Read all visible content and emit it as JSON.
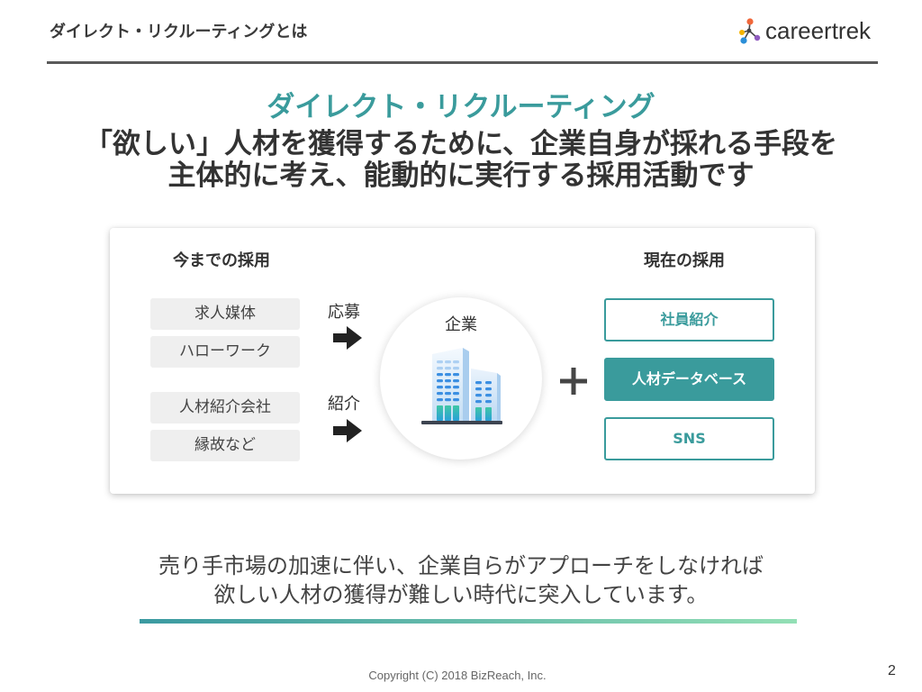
{
  "header": {
    "section_title": "ダイレクト・リクルーティングとは",
    "logo_text": "careertrek"
  },
  "headline": {
    "title": "ダイレクト・リクルーティング",
    "line1": "「欲しい」人材を獲得するために、企業自身が採れる手段を",
    "line2": "主体的に考え、能動的に実行する採用活動です"
  },
  "diagram": {
    "past_heading": "今までの採用",
    "present_heading": "現在の採用",
    "past_apply_channels": [
      "求人媒体",
      "ハローワーク"
    ],
    "past_referral_channels": [
      "人材紹介会社",
      "縁故など"
    ],
    "apply_arrow_label": "応募",
    "referral_arrow_label": "紹介",
    "company_label": "企業",
    "present_methods": [
      {
        "label": "社員紹介",
        "highlighted": false
      },
      {
        "label": "人材データベース",
        "highlighted": true
      },
      {
        "label": "SNS",
        "highlighted": false
      }
    ]
  },
  "summary": {
    "line1": "売り手市場の加速に伴い、企業自らがアプローチをしなければ",
    "line2": "欲しい人材の獲得が難しい時代に突入しています。"
  },
  "footer": {
    "copyright": "Copyright (C) 2018 BizReach, Inc.",
    "page_number": "2"
  },
  "icons": {
    "logo": "careertrek-logo-icon",
    "flow_arrow": "arrow-right-icon",
    "company": "building-icon",
    "combine": "plus-icon"
  },
  "colors": {
    "accent": "#3a9b9c",
    "text": "#333333",
    "rule": "#5a5a5a",
    "pill_background": "#efefef",
    "summary_bar_start": "#3b9aa1",
    "summary_bar_end": "#93dfb5",
    "logo_dots": [
      "#f0673a",
      "#f5b400",
      "#2b8fd8",
      "#8f5bbf"
    ]
  }
}
